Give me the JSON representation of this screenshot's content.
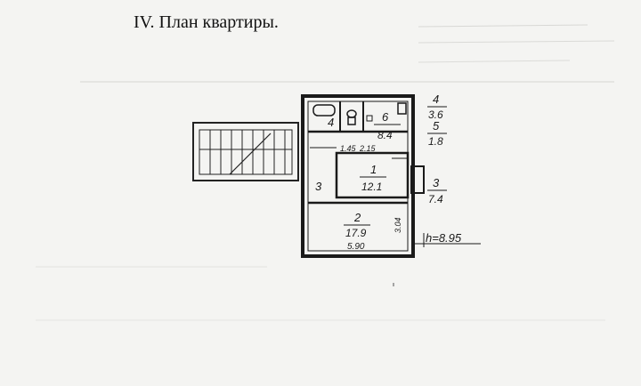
{
  "document": {
    "title": "IV. План квартиры."
  },
  "plan": {
    "rooms": [
      {
        "number": "4",
        "area": "3.6"
      },
      {
        "number": "6",
        "area": "8.4"
      },
      {
        "number": "5",
        "area": "1.8"
      },
      {
        "number": "1",
        "area": "12.1"
      },
      {
        "number": "2",
        "area": "17.9"
      },
      {
        "number": "3",
        "area": "7.4"
      }
    ],
    "dimensions": {
      "d1": "1.45",
      "d2": "2.15",
      "d3": "3.04",
      "d4": "5.90"
    },
    "ceiling_height": "h=8.95"
  }
}
